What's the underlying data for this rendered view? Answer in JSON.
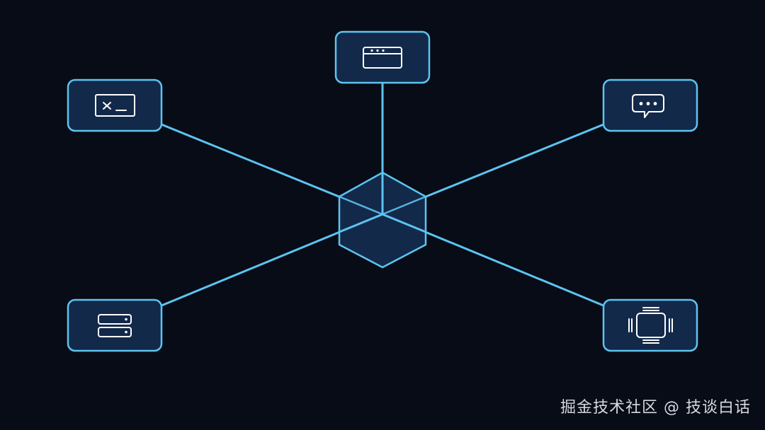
{
  "diagram": {
    "hub_icon": "hexagon-cube-icon",
    "nodes": [
      {
        "id": "top",
        "icon": "browser-window-icon"
      },
      {
        "id": "top-left",
        "icon": "terminal-icon"
      },
      {
        "id": "top-right",
        "icon": "chat-bubble-icon"
      },
      {
        "id": "bottom-left",
        "icon": "server-icon"
      },
      {
        "id": "bottom-right",
        "icon": "chip-icon"
      }
    ],
    "colors": {
      "background": "#080c16",
      "node_fill": "#13294a",
      "accent": "#5cc4f0",
      "icon": "#ffffff"
    }
  },
  "watermark": {
    "text": "掘金技术社区 @ 技谈白话"
  }
}
